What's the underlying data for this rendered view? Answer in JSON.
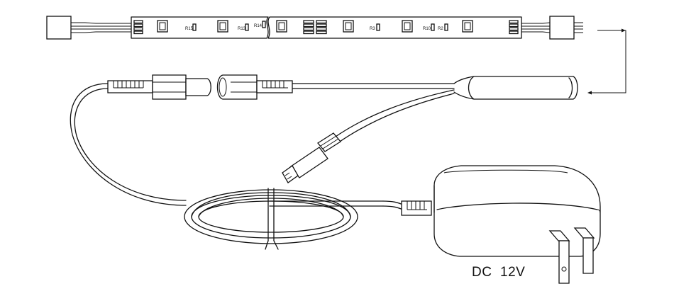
{
  "resistor_labels": [
    "R15",
    "R13",
    "R14",
    "R3",
    "R10",
    "R2"
  ],
  "power_label": "DC  12V"
}
